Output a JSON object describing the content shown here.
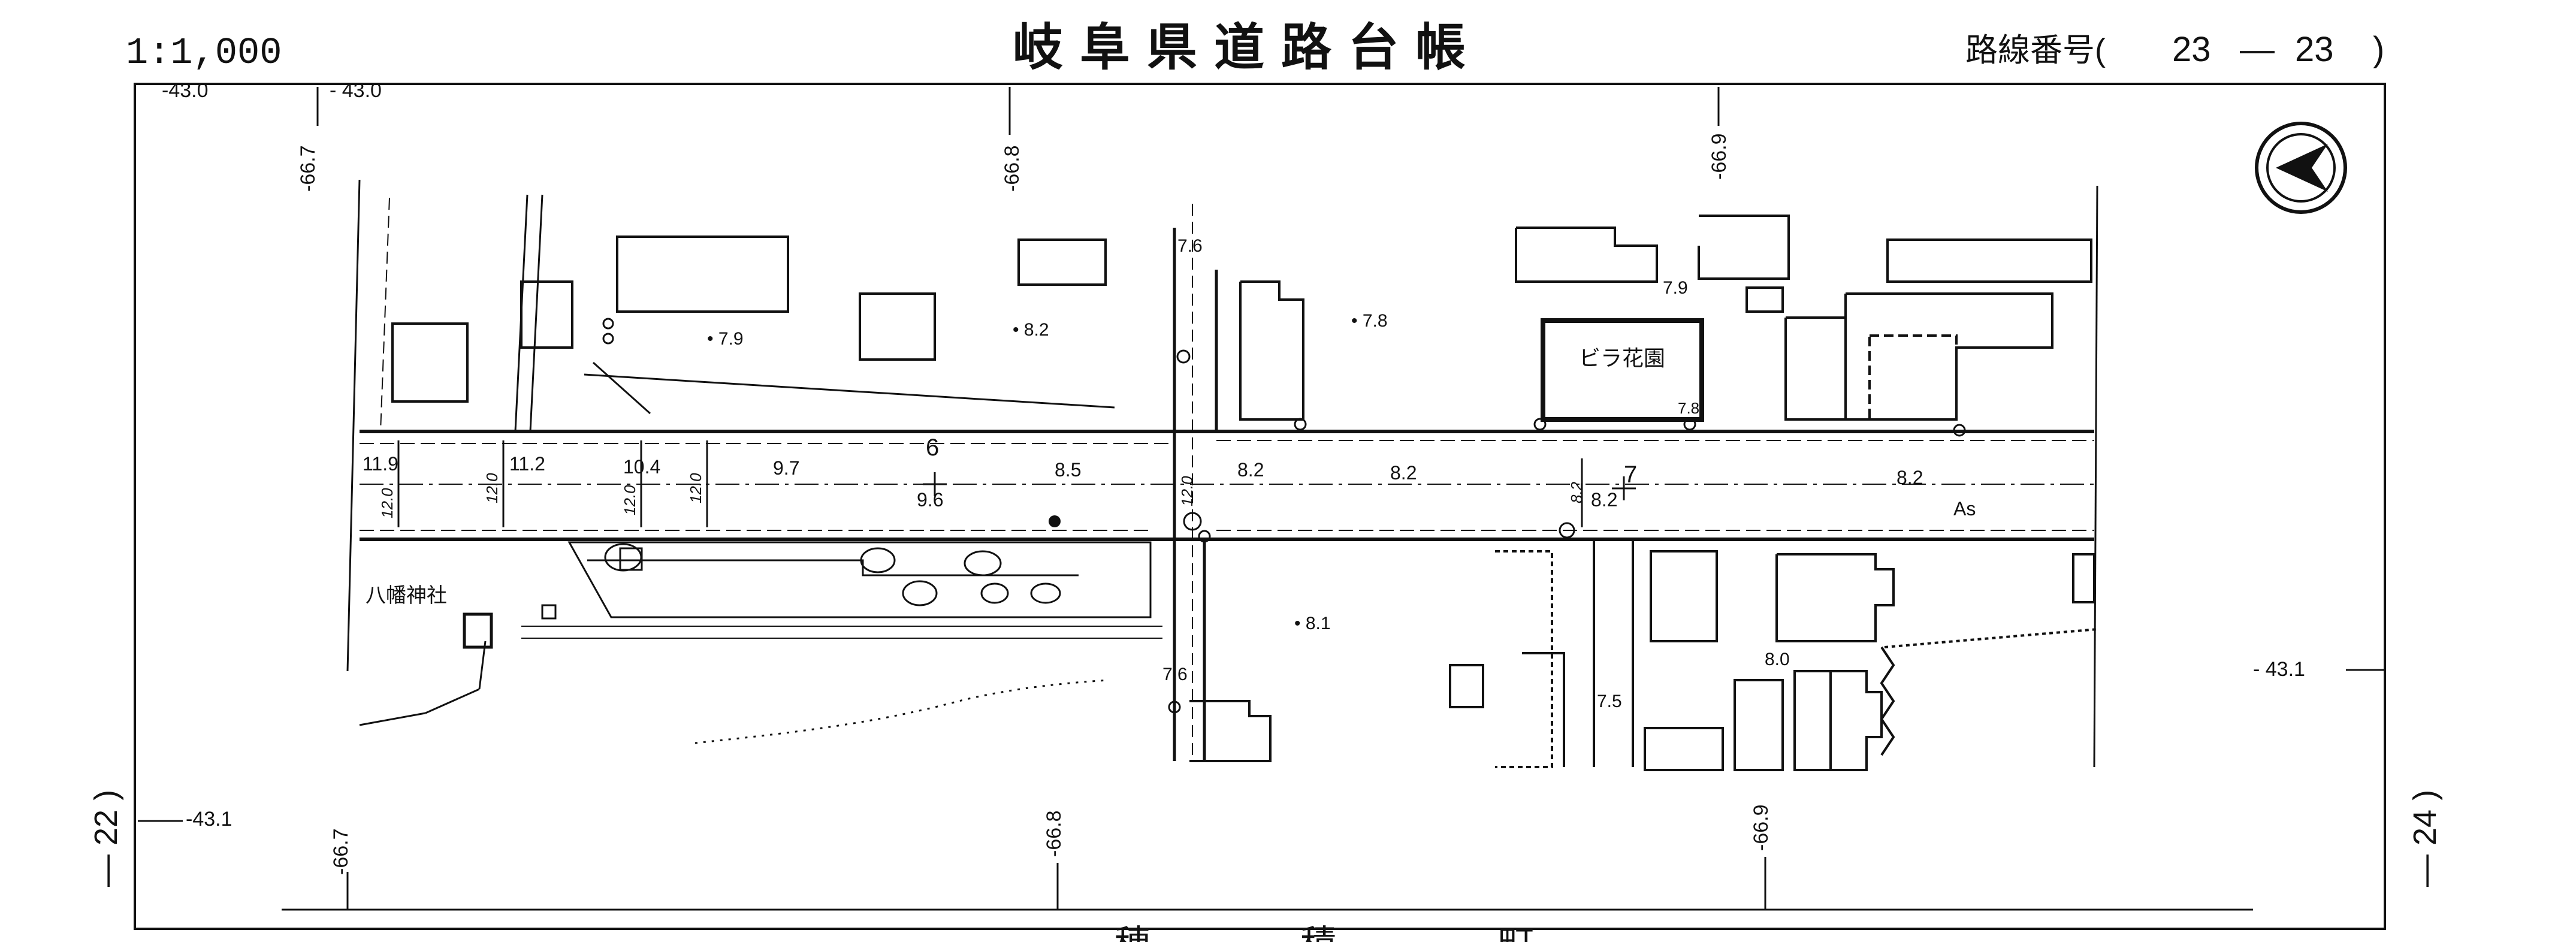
{
  "header": {
    "scale": "1:1,000",
    "title": "岐阜県道路台帳",
    "route_label": "路線番号(",
    "route_a": "23",
    "route_dash": "—",
    "route_b": "23",
    "route_close": ")"
  },
  "sheet_refs": {
    "left": "— 22 )",
    "right": "— 24 )"
  },
  "grid_labels": {
    "top_left_a": "-43.0",
    "top_left_b": "- 43.0",
    "left_lower": "-43.1",
    "right_mid": "- 43.1",
    "top_v1": "-66.7",
    "top_v2": "-66.8",
    "top_v3": "-66.9",
    "bottom_v1": "-66.7",
    "bottom_v2": "-66.8",
    "bottom_v3": "-66.9"
  },
  "labels": {
    "villa": "ビラ花園",
    "shrine": "八幡神社",
    "as": "As",
    "station_6": "6",
    "station_7": "7",
    "bottom_town": "町",
    "bottom_a": "穂",
    "bottom_b": "積"
  },
  "elevations": {
    "e79a": "• 7.9",
    "e82a": "• 8.2",
    "e78": "• 7.8",
    "e79b": "7.9",
    "e76top": "7.6",
    "e78b": "7.8",
    "e119": "11.9",
    "e112": "11.2",
    "e104": "10.4",
    "e97": "9.7",
    "e85": "8.5",
    "e96": "9.6",
    "e82b": "8.2",
    "e82c": "8.2",
    "e82d": "8.2",
    "e82e": "8.2",
    "e81": "• 8.1",
    "e76b": "7.6",
    "e80": "8.0",
    "e75": "7.5",
    "w120a": "12.0",
    "w120b": "12.0",
    "w120c": "12.0",
    "w120d": "12.0",
    "w120e": "12.0",
    "w82v": "8.2"
  },
  "north_arrow": "north-arrow-icon",
  "colors": {
    "ink": "#111111",
    "paper": "#ffffff"
  }
}
